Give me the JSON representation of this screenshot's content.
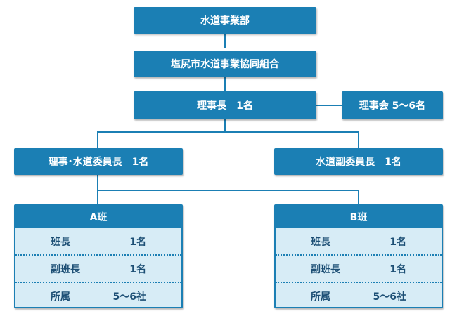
{
  "top": {
    "department": "水道事業部",
    "union": "塩尻市水道事業協同組合",
    "chairman": "理事長　1名",
    "board": "理事会 5～6名"
  },
  "committee": {
    "left": "理事･水道委員長　1名",
    "right": "水道副委員長　1名"
  },
  "teams": [
    {
      "title": "A班",
      "rows": [
        {
          "label": "班長",
          "value": "1名"
        },
        {
          "label": "副班長",
          "value": "1名"
        },
        {
          "label": "所属",
          "value": "5～6社"
        }
      ]
    },
    {
      "title": "B班",
      "rows": [
        {
          "label": "班長",
          "value": "1名"
        },
        {
          "label": "副班長",
          "value": "1名"
        },
        {
          "label": "所属",
          "value": "5～6社"
        }
      ]
    }
  ],
  "colors": {
    "box": "#1b7fb4",
    "team_fill": "#d7ecf6",
    "row_text": "#1d4f75"
  }
}
